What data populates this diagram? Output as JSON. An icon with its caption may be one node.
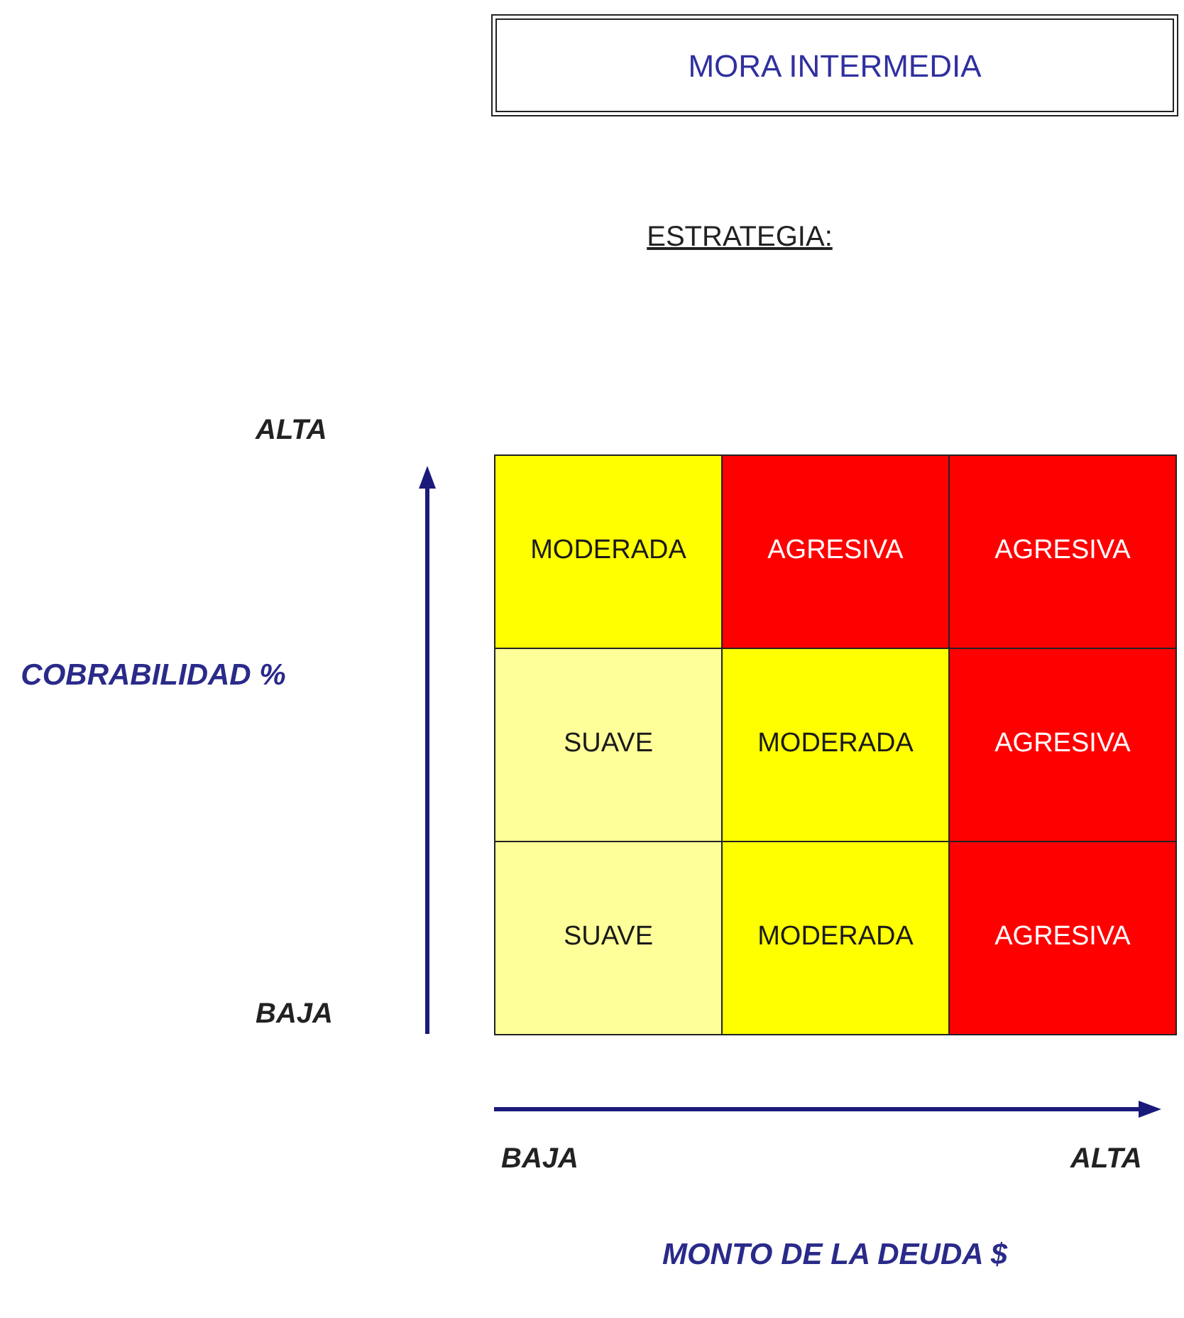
{
  "diagram": {
    "nodes": [
      {
        "text": [
          "MORA INTERMEDIA"
        ]
      },
      {
        "text": [
          "MODERADA"
        ]
      },
      {
        "text": [
          "AGRESIVA"
        ]
      },
      {
        "text": [
          "AGRESIVA"
        ]
      },
      {
        "text": [
          "SUAVE"
        ]
      },
      {
        "text": [
          "MODERADA"
        ]
      },
      {
        "text": [
          "AGRESIVA"
        ]
      },
      {
        "text": [
          "SUAVE"
        ]
      },
      {
        "text": [
          "MODERADA"
        ]
      },
      {
        "text": [
          "AGRESIVA"
        ]
      }
    ],
    "edges": [],
    "labels": [
      "ESTRATEGIA:",
      "ALTA",
      "COBRABILIDAD %",
      "BAJA",
      "BAJA",
      "ALTA",
      "MONTO DE LA DEUDA $"
    ]
  }
}
